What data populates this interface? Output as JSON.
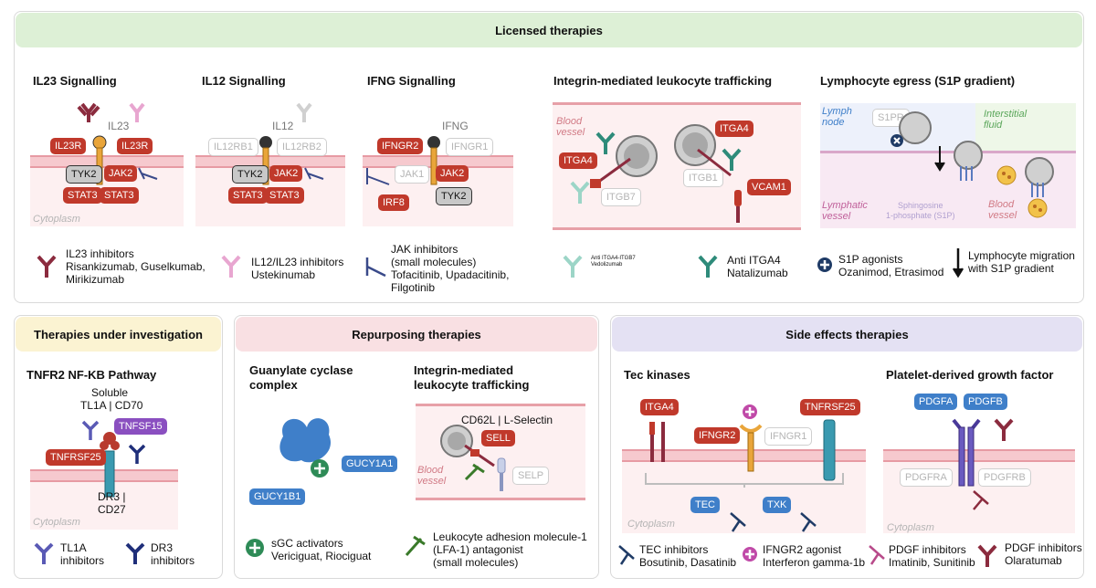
{
  "licensed": {
    "banner": "Licensed therapies",
    "il23": {
      "title": "IL23 Signalling",
      "ligand": "IL23",
      "r1": "IL23R",
      "r2": "IL23R",
      "tyk2": "TYK2",
      "jak2": "JAK2",
      "stat_a": "STAT3",
      "stat_b": "STAT3",
      "compartment": "Cytoplasm",
      "legend_l1": "IL23 inhibitors",
      "legend_l2": "Risankizumab, Guselkumab,",
      "legend_l3": "Mirikizumab"
    },
    "il12": {
      "title": "IL12 Signalling",
      "ligand": "IL12",
      "r1": "IL12RB1",
      "r2": "IL12RB2",
      "tyk2": "TYK2",
      "jak2": "JAK2",
      "stat_a": "STAT3",
      "stat_b": "STAT3",
      "legend_l1": "IL12/IL23 inhibitors",
      "legend_l2": "Ustekinumab"
    },
    "ifng": {
      "title": "IFNG Signalling",
      "ligand": "IFNG",
      "r1": "IFNGR2",
      "r2": "IFNGR1",
      "jak1": "JAK1",
      "jak2": "JAK2",
      "tyk2": "TYK2",
      "irf8": "IRF8",
      "legend_l1": "JAK inhibitors",
      "legend_l2": "(small molecules)",
      "legend_l3": "Tofacitinib, Upadacitinib,",
      "legend_l4": "Filgotinib"
    },
    "integrin": {
      "title": "Integrin-mediated leukocyte trafficking",
      "vessel": "Blood\nvessel",
      "itga4_a": "ITGA4",
      "itga4_b": "ITGA4",
      "itgb7": "ITGB7",
      "itgb1": "ITGB1",
      "vcam1": "VCAM1",
      "legend_small_l1": "Anti ITGA4-ITGB7",
      "legend_small_l2": "Vedolizumab",
      "legend_l1": "Anti ITGA4",
      "legend_l2": "Natalizumab"
    },
    "s1p": {
      "title": "Lymphocyte egress (S1P gradient)",
      "lymph_node": "Lymph\nnode",
      "s1pr": "S1PR",
      "interstitial": "Interstitial\nfluid",
      "lymphatic": "Lymphatic\nvessel",
      "sphingosine": "Sphingosine\n1-phosphate (S1P)",
      "blood_vessel": "Blood\nvessel",
      "legend1_l1": "S1P agonists",
      "legend1_l2": "Ozanimod, Etrasimod",
      "legend2_l1": "Lymphocyte migration",
      "legend2_l2": "with S1P gradient"
    }
  },
  "investigation": {
    "banner": "Therapies under investigation",
    "title": "TNFR2  NF-KB Pathway",
    "soluble": "Soluble",
    "tl1a_cd70": "TL1A | CD70",
    "tnfsf15": "TNFSF15",
    "tnfrsf25": "TNFRSF25",
    "dr3_l1": "DR3 |",
    "dr3_l2": "CD27",
    "compartment": "Cytoplasm",
    "legend1_l1": "TL1A",
    "legend1_l2": "inhibitors",
    "legend2_l1": "DR3",
    "legend2_l2": "inhibitors"
  },
  "repurposing": {
    "banner": "Repurposing therapies",
    "gc_title_l1": "Guanylate cyclase",
    "gc_title_l2": "complex",
    "gucy1a1": "GUCY1A1",
    "gucy1b1": "GUCY1B1",
    "int_title_l1": "Integrin-mediated",
    "int_title_l2": "leukocyte trafficking",
    "cd62l": "CD62L | L-Selectin",
    "sell": "SELL",
    "selp": "SELP",
    "vessel": "Blood\nvessel",
    "legend1_l1": "sGC activators",
    "legend1_l2": "Vericiguat, Riociguat",
    "legend2_l1": "Leukocyte adhesion molecule-1",
    "legend2_l2": "(LFA-1) antagonist",
    "legend2_l3": "(small molecules)"
  },
  "side_effects": {
    "banner": "Side effects therapies",
    "tec_title": "Tec kinases",
    "pdgf_title": "Platelet-derived growth factor",
    "itga4": "ITGA4",
    "ifngr2": "IFNGR2",
    "ifngr1": "IFNGR1",
    "tnfrsf25": "TNFRSF25",
    "tec": "TEC",
    "txk": "TXK",
    "compartment_a": "Cytoplasm",
    "pdgfa": "PDGFA",
    "pdgfb": "PDGFB",
    "pdgfra": "PDGFRA",
    "pdgfrb": "PDGFRB",
    "compartment_b": "Cytoplasm",
    "legend1_l1": "TEC inhibitors",
    "legend1_l2": "Bosutinib, Dasatinib",
    "legend2_l1": "IFNGR2 agonist",
    "legend2_l2": "Interferon gamma-1b",
    "legend3_l1": "PDGF inhibitors",
    "legend3_l2": "Imatinib, Sunitinib",
    "legend4_l1": "PDGF inhibitors",
    "legend4_l2": "Olaratumab"
  },
  "colors": {
    "licensed_banner": "#ddf0d6",
    "investigation_banner": "#fbf3d2",
    "repurposing_banner": "#f9e0e3",
    "side_banner": "#e4e1f3",
    "red_pill": "#c0392b",
    "blue_pill": "#3f7fc9",
    "purple_pill": "#8a4fc0",
    "membrane": "#f4b9c0"
  },
  "icons": [
    "antibody-icon",
    "small-molecule-inhibitor-icon",
    "agonist-plus-icon",
    "lymphocyte-icon",
    "migration-arrow-icon"
  ]
}
